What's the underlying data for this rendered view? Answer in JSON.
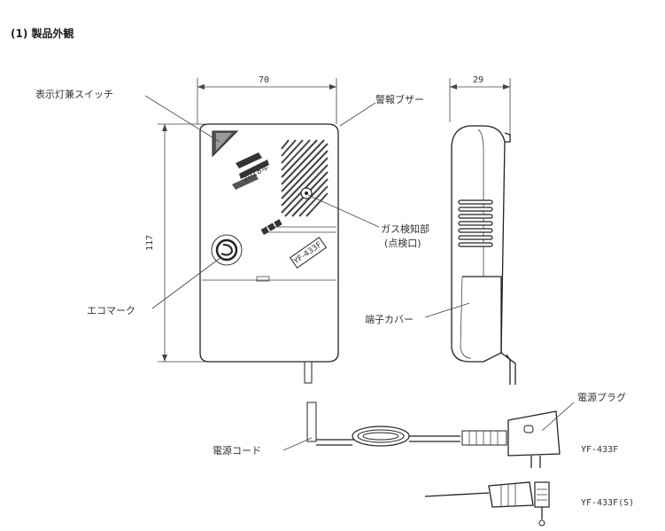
{
  "title": "(1) 製品外観",
  "dimensions": {
    "width": "70",
    "depth": "29",
    "height": "117"
  },
  "labels": {
    "indicator_switch": "表示灯兼スイッチ",
    "alarm_buzzer": "警報ブザー",
    "gas_sensor_line1": "ガス検知部",
    "gas_sensor_line2": "(点検口)",
    "eco_mark": "エコマーク",
    "terminal_cover": "端子カバー",
    "power_plug": "電源プラグ",
    "power_cord": "電源コード"
  },
  "models": {
    "model_a": "YF-433F",
    "model_b": "YF-433F(S)"
  },
  "device_front_text": {
    "year": "2018年",
    "model_badge": "YF-433F"
  }
}
